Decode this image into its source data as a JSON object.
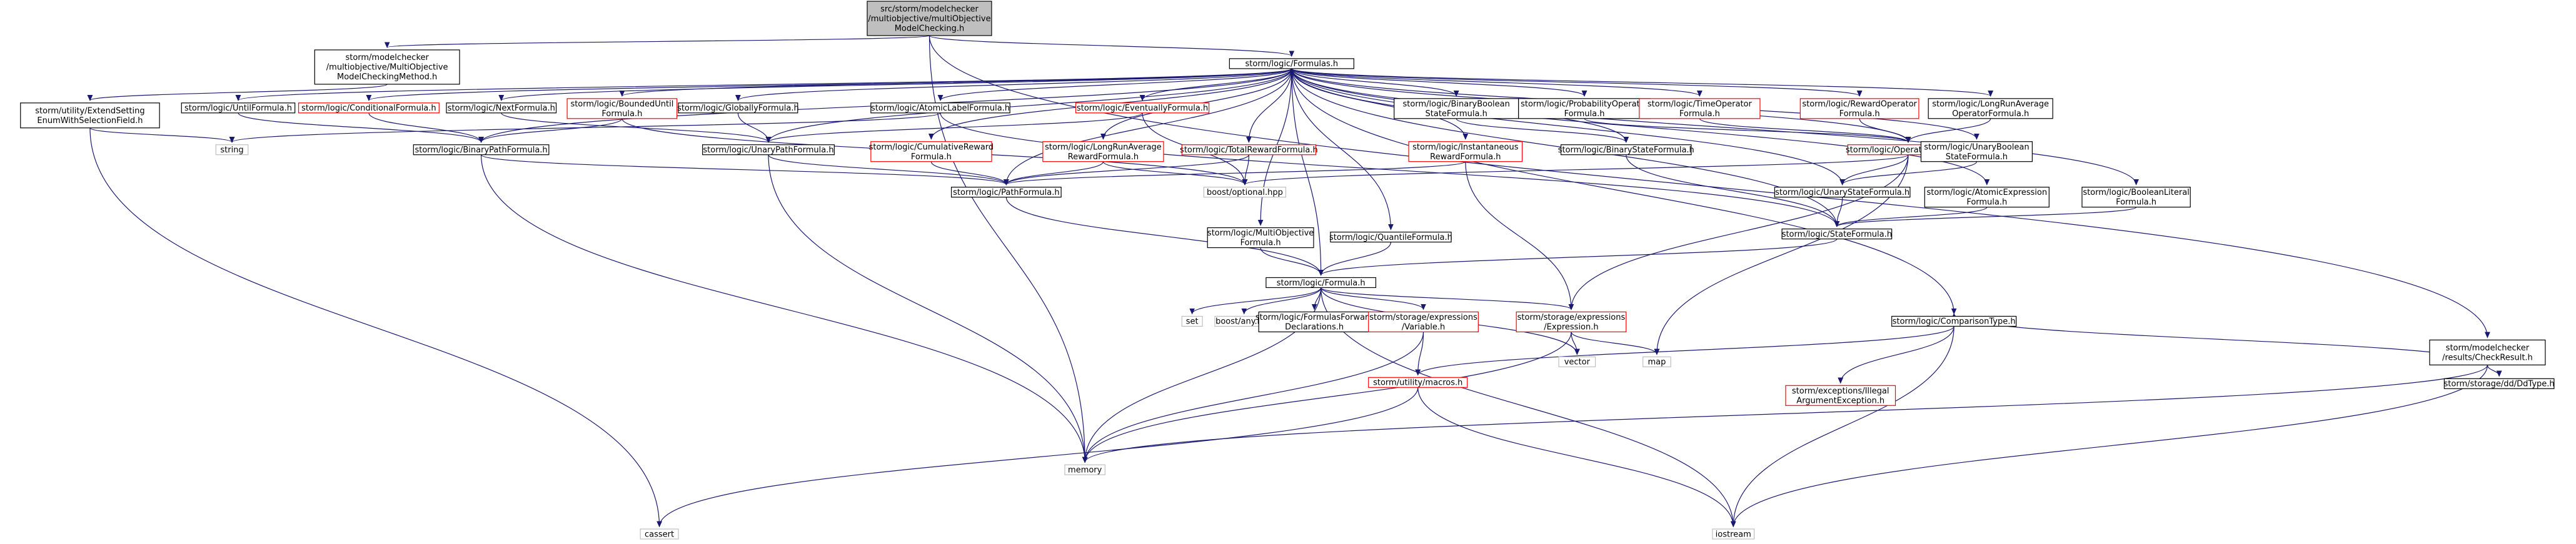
{
  "colors": {
    "edge": "#191970",
    "box_black": "#000000",
    "box_red": "#ff0000",
    "box_grey": "#bfbfbf",
    "root_fill": "#bfbfbf",
    "text": "#000000"
  },
  "nodes": [
    {
      "id": "root",
      "lines": [
        "src/storm/modelchecker",
        "/multiobjective/multiObjective",
        "ModelChecking.h"
      ],
      "style": "root"
    },
    {
      "id": "momethod",
      "lines": [
        "storm/modelchecker",
        "/multiobjective/MultiObjective",
        "ModelCheckingMethod.h"
      ],
      "style": "black"
    },
    {
      "id": "formulas",
      "lines": [
        "storm/logic/Formulas.h"
      ],
      "style": "black"
    },
    {
      "id": "checkresult",
      "lines": [
        "storm/modelchecker",
        "/results/CheckResult.h"
      ],
      "style": "black"
    },
    {
      "id": "extend",
      "lines": [
        "storm/utility/ExtendSetting",
        "EnumWithSelectionField.h"
      ],
      "style": "black"
    },
    {
      "id": "until",
      "lines": [
        "storm/logic/UntilFormula.h"
      ],
      "style": "black"
    },
    {
      "id": "conditional",
      "lines": [
        "storm/logic/ConditionalFormula.h"
      ],
      "style": "red"
    },
    {
      "id": "next",
      "lines": [
        "storm/logic/NextFormula.h"
      ],
      "style": "black"
    },
    {
      "id": "bounded",
      "lines": [
        "storm/logic/BoundedUntil",
        "Formula.h"
      ],
      "style": "red"
    },
    {
      "id": "globally",
      "lines": [
        "storm/logic/GloballyFormula.h"
      ],
      "style": "black"
    },
    {
      "id": "atomiclabel",
      "lines": [
        "storm/logic/AtomicLabelFormula.h"
      ],
      "style": "black"
    },
    {
      "id": "eventually",
      "lines": [
        "storm/logic/EventuallyFormula.h"
      ],
      "style": "red"
    },
    {
      "id": "binbool",
      "lines": [
        "storm/logic/BinaryBoolean",
        "StateFormula.h"
      ],
      "style": "black"
    },
    {
      "id": "probop",
      "lines": [
        "storm/logic/ProbabilityOperator",
        "Formula.h"
      ],
      "style": "black"
    },
    {
      "id": "timeop",
      "lines": [
        "storm/logic/TimeOperator",
        "Formula.h"
      ],
      "style": "red"
    },
    {
      "id": "rewardop",
      "lines": [
        "storm/logic/RewardOperator",
        "Formula.h"
      ],
      "style": "red"
    },
    {
      "id": "lravgop",
      "lines": [
        "storm/logic/LongRunAverage",
        "OperatorFormula.h"
      ],
      "style": "black"
    },
    {
      "id": "string",
      "lines": [
        "string"
      ],
      "style": "grey"
    },
    {
      "id": "binpath",
      "lines": [
        "storm/logic/BinaryPathFormula.h"
      ],
      "style": "black"
    },
    {
      "id": "unarypath",
      "lines": [
        "storm/logic/UnaryPathFormula.h"
      ],
      "style": "black"
    },
    {
      "id": "cumulative",
      "lines": [
        "storm/logic/CumulativeReward",
        "Formula.h"
      ],
      "style": "red"
    },
    {
      "id": "lravgrew",
      "lines": [
        "storm/logic/LongRunAverage",
        "RewardFormula.h"
      ],
      "style": "red"
    },
    {
      "id": "totalrew",
      "lines": [
        "storm/logic/TotalRewardFormula.h"
      ],
      "style": "red"
    },
    {
      "id": "instrew",
      "lines": [
        "storm/logic/Instantaneous",
        "RewardFormula.h"
      ],
      "style": "red"
    },
    {
      "id": "binstate",
      "lines": [
        "storm/logic/BinaryStateFormula.h"
      ],
      "style": "black"
    },
    {
      "id": "operator",
      "lines": [
        "storm/logic/OperatorFormula.h"
      ],
      "style": "red"
    },
    {
      "id": "unbool",
      "lines": [
        "storm/logic/UnaryBoolean",
        "StateFormula.h"
      ],
      "style": "black"
    },
    {
      "id": "optional",
      "lines": [
        "boost/optional.hpp"
      ],
      "style": "grey"
    },
    {
      "id": "unarystate",
      "lines": [
        "storm/logic/UnaryStateFormula.h"
      ],
      "style": "black"
    },
    {
      "id": "atomicexpr",
      "lines": [
        "storm/logic/AtomicExpression",
        "Formula.h"
      ],
      "style": "black"
    },
    {
      "id": "boollit",
      "lines": [
        "storm/logic/BooleanLiteral",
        "Formula.h"
      ],
      "style": "black"
    },
    {
      "id": "path",
      "lines": [
        "storm/logic/PathFormula.h"
      ],
      "style": "black"
    },
    {
      "id": "statef",
      "lines": [
        "storm/logic/StateFormula.h"
      ],
      "style": "black"
    },
    {
      "id": "multiobj",
      "lines": [
        "storm/logic/MultiObjective",
        "Formula.h"
      ],
      "style": "black"
    },
    {
      "id": "quantile",
      "lines": [
        "storm/logic/QuantileFormula.h"
      ],
      "style": "black"
    },
    {
      "id": "formula",
      "lines": [
        "storm/logic/Formula.h"
      ],
      "style": "black"
    },
    {
      "id": "set",
      "lines": [
        "set"
      ],
      "style": "grey"
    },
    {
      "id": "any",
      "lines": [
        "boost/any.hpp"
      ],
      "style": "grey"
    },
    {
      "id": "fwd",
      "lines": [
        "storm/logic/FormulasForward",
        "Declarations.h"
      ],
      "style": "black"
    },
    {
      "id": "variable",
      "lines": [
        "storm/storage/expressions",
        "/Variable.h"
      ],
      "style": "red"
    },
    {
      "id": "expression",
      "lines": [
        "storm/storage/expressions",
        "/Expression.h"
      ],
      "style": "red"
    },
    {
      "id": "comparison",
      "lines": [
        "storm/logic/ComparisonType.h"
      ],
      "style": "black"
    },
    {
      "id": "ddtype",
      "lines": [
        "storm/storage/dd/DdType.h"
      ],
      "style": "black"
    },
    {
      "id": "memory",
      "lines": [
        "memory"
      ],
      "style": "grey"
    },
    {
      "id": "vector",
      "lines": [
        "vector"
      ],
      "style": "grey"
    },
    {
      "id": "map",
      "lines": [
        "map"
      ],
      "style": "grey"
    },
    {
      "id": "macros",
      "lines": [
        "storm/utility/macros.h"
      ],
      "style": "red"
    },
    {
      "id": "illegal",
      "lines": [
        "storm/exceptions/Illegal",
        "ArgumentException.h"
      ],
      "style": "red"
    },
    {
      "id": "cassert",
      "lines": [
        "cassert"
      ],
      "style": "grey"
    },
    {
      "id": "iostream",
      "lines": [
        "iostream"
      ],
      "style": "grey"
    }
  ],
  "edges": [
    [
      "root",
      "momethod"
    ],
    [
      "root",
      "formulas"
    ],
    [
      "root",
      "checkresult"
    ],
    [
      "root",
      "memory"
    ],
    [
      "momethod",
      "extend"
    ],
    [
      "extend",
      "string"
    ],
    [
      "extend",
      "cassert"
    ],
    [
      "formulas",
      "until"
    ],
    [
      "formulas",
      "conditional"
    ],
    [
      "formulas",
      "next"
    ],
    [
      "formulas",
      "bounded"
    ],
    [
      "formulas",
      "globally"
    ],
    [
      "formulas",
      "atomiclabel"
    ],
    [
      "formulas",
      "eventually"
    ],
    [
      "formulas",
      "binbool"
    ],
    [
      "formulas",
      "probop"
    ],
    [
      "formulas",
      "timeop"
    ],
    [
      "formulas",
      "rewardop"
    ],
    [
      "formulas",
      "lravgop"
    ],
    [
      "formulas",
      "binpath"
    ],
    [
      "formulas",
      "unarypath"
    ],
    [
      "formulas",
      "cumulative"
    ],
    [
      "formulas",
      "lravgrew"
    ],
    [
      "formulas",
      "totalrew"
    ],
    [
      "formulas",
      "instrew"
    ],
    [
      "formulas",
      "binstate"
    ],
    [
      "formulas",
      "operator"
    ],
    [
      "formulas",
      "unbool"
    ],
    [
      "formulas",
      "unarystate"
    ],
    [
      "formulas",
      "atomicexpr"
    ],
    [
      "formulas",
      "boollit"
    ],
    [
      "formulas",
      "path"
    ],
    [
      "formulas",
      "statef"
    ],
    [
      "formulas",
      "multiobj"
    ],
    [
      "formulas",
      "quantile"
    ],
    [
      "formulas",
      "formula"
    ],
    [
      "formulas",
      "comparison"
    ],
    [
      "until",
      "binpath"
    ],
    [
      "conditional",
      "binpath"
    ],
    [
      "bounded",
      "binpath"
    ],
    [
      "bounded",
      "optional"
    ],
    [
      "next",
      "unarypath"
    ],
    [
      "globally",
      "unarypath"
    ],
    [
      "eventually",
      "unarypath"
    ],
    [
      "eventually",
      "optional"
    ],
    [
      "atomiclabel",
      "string"
    ],
    [
      "atomiclabel",
      "statef"
    ],
    [
      "binbool",
      "binstate"
    ],
    [
      "probop",
      "operator"
    ],
    [
      "timeop",
      "operator"
    ],
    [
      "rewardop",
      "operator"
    ],
    [
      "lravgop",
      "operator"
    ],
    [
      "unbool",
      "unarystate"
    ],
    [
      "binpath",
      "path"
    ],
    [
      "binpath",
      "memory"
    ],
    [
      "unarypath",
      "path"
    ],
    [
      "unarypath",
      "memory"
    ],
    [
      "cumulative",
      "path"
    ],
    [
      "lravgrew",
      "path"
    ],
    [
      "lravgrew",
      "optional"
    ],
    [
      "totalrew",
      "path"
    ],
    [
      "totalrew",
      "optional"
    ],
    [
      "instrew",
      "path"
    ],
    [
      "instrew",
      "expression"
    ],
    [
      "binstate",
      "statef"
    ],
    [
      "operator",
      "unarystate"
    ],
    [
      "operator",
      "optional"
    ],
    [
      "operator",
      "expression"
    ],
    [
      "operator",
      "map"
    ],
    [
      "unarystate",
      "statef"
    ],
    [
      "atomicexpr",
      "statef"
    ],
    [
      "boollit",
      "statef"
    ],
    [
      "path",
      "formula"
    ],
    [
      "statef",
      "formula"
    ],
    [
      "multiobj",
      "formula"
    ],
    [
      "quantile",
      "formula"
    ],
    [
      "formula",
      "set"
    ],
    [
      "formula",
      "any"
    ],
    [
      "formula",
      "fwd"
    ],
    [
      "formula",
      "variable"
    ],
    [
      "formula",
      "expression"
    ],
    [
      "formula",
      "memory"
    ],
    [
      "formula",
      "vector"
    ],
    [
      "formula",
      "iostream"
    ],
    [
      "variable",
      "memory"
    ],
    [
      "variable",
      "macros"
    ],
    [
      "expression",
      "memory"
    ],
    [
      "expression",
      "vector"
    ],
    [
      "expression",
      "map"
    ],
    [
      "checkresult",
      "comparison"
    ],
    [
      "checkresult",
      "ddtype"
    ],
    [
      "checkresult",
      "memory"
    ],
    [
      "checkresult",
      "iostream"
    ],
    [
      "comparison",
      "macros"
    ],
    [
      "comparison",
      "illegal"
    ],
    [
      "comparison",
      "iostream"
    ],
    [
      "macros",
      "cassert"
    ],
    [
      "macros",
      "iostream"
    ]
  ]
}
